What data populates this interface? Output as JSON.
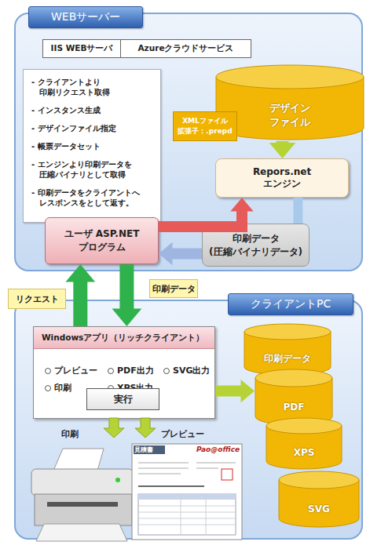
{
  "diagram": {
    "nodes": [
      {
        "text": [
          "WEBサーバー"
        ]
      },
      {
        "text": [
          "IIS WEBサーバ"
        ],
        "in": 0
      },
      {
        "text": [
          "Azureクラウドサービス"
        ],
        "in": 0
      },
      {
        "text": [
          "- クライアントより 印刷リクエスト取得",
          "- インスタンス生成",
          "- デザインファイル指定",
          "- 帳票データセット",
          "- エンジンより印刷データを 圧縮バイナリとして取得",
          "- 印刷データをクライアントへ レスポンスをとして返す。"
        ],
        "in": 0
      },
      {
        "text": [
          "デザイン ファイル"
        ],
        "in": 0
      },
      {
        "text": [
          "XMLファイル 拡張子：.prepd"
        ],
        "in": 0
      },
      {
        "text": [
          "Repors.net エンジン"
        ],
        "in": 0
      },
      {
        "text": [
          "ユーザ ASP.NET プログラム"
        ],
        "in": 0
      },
      {
        "text": [
          "印刷データ (圧縮バイナリデータ)"
        ],
        "in": 0
      },
      {
        "text": [
          "クライアントPC"
        ]
      },
      {
        "text": [
          "Windowsアプリ（リッチクライアント）",
          "プレビュー",
          "PDF出力",
          "SVG出力",
          "印刷",
          "XPS出力"
        ],
        "in": 9
      },
      {
        "text": [
          "実行"
        ],
        "in": 10
      },
      {
        "text": [
          "印刷データ"
        ],
        "in": 9
      },
      {
        "text": [
          "PDF"
        ],
        "in": 9
      },
      {
        "text": [
          "XPS"
        ],
        "in": 9
      },
      {
        "text": [
          "SVG"
        ],
        "in": 9
      }
    ],
    "edges": [
      {
        "from": 4,
        "to": 6,
        "arrow": "to"
      },
      {
        "from": 7,
        "to": 6,
        "arrow": "to"
      },
      {
        "from": 6,
        "to": 8,
        "arrow": "none"
      },
      {
        "from": 8,
        "to": 7,
        "arrow": "to"
      },
      {
        "from": 10,
        "to": 7,
        "arrow": "to",
        "label": "リクエスト"
      },
      {
        "from": 7,
        "to": 10,
        "arrow": "to",
        "label": "印刷データ"
      },
      {
        "from": 10,
        "to": 13,
        "arrow": "to"
      }
    ],
    "labels": [
      "印刷",
      "プレビュー",
      "見積書",
      "Pao@office"
    ]
  }
}
